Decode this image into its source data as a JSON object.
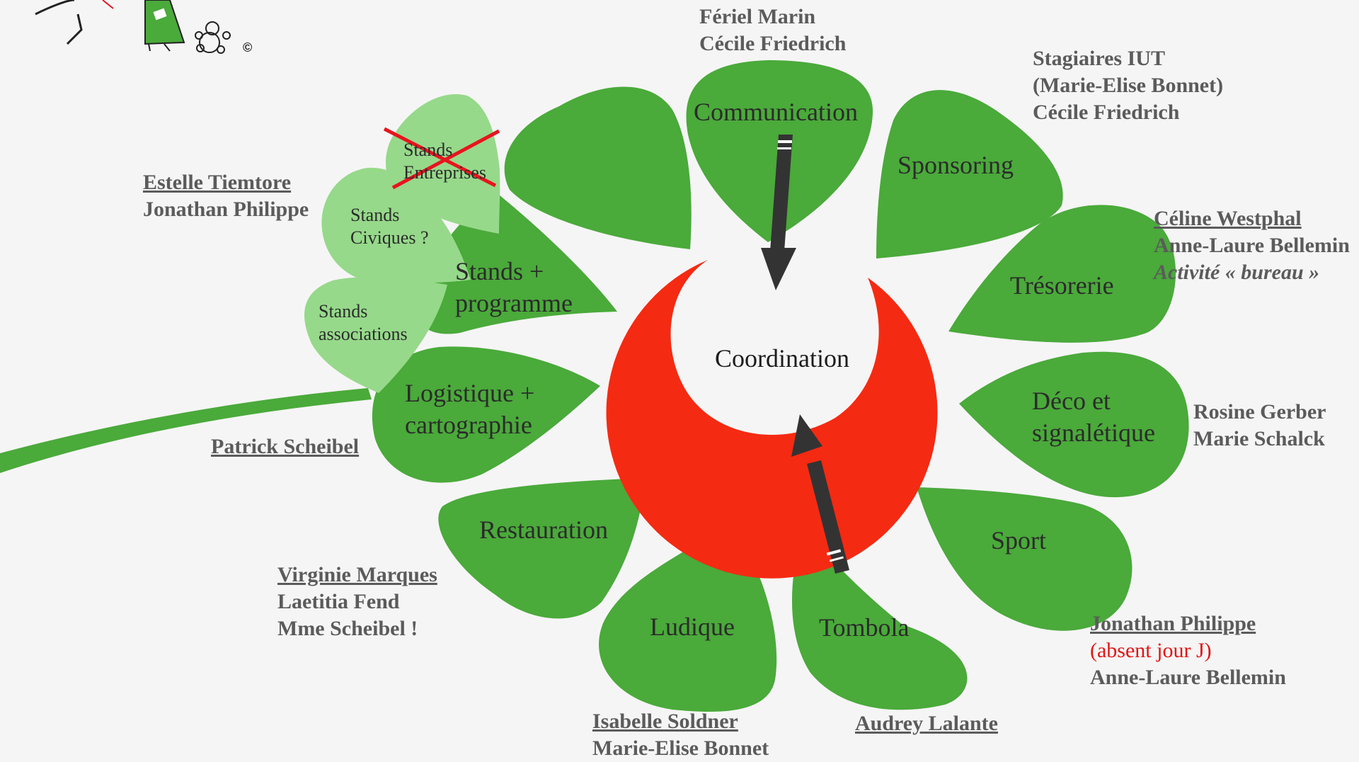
{
  "center": {
    "label": "Coordination"
  },
  "petals": {
    "communication": "Communication",
    "sponsoring": "Sponsoring",
    "tresorerie": "Trésorerie",
    "deco_1": "Déco et",
    "deco_2": "signalétique",
    "sport": "Sport",
    "tombola": "Tombola",
    "ludique": "Ludique",
    "restauration": "Restauration",
    "logistique_1": "Logistique +",
    "logistique_2": "cartographie",
    "stands_1": "Stands +",
    "stands_2": "programme"
  },
  "sub_petals": {
    "entreprises_1": "Stands",
    "entreprises_2": "Entreprises",
    "civiques_1": "Stands",
    "civiques_2": "Civiques ?",
    "associations_1": "Stands",
    "associations_2": "associations"
  },
  "people": {
    "communication": [
      "Fériel Marin",
      "Cécile Friedrich"
    ],
    "sponsoring": [
      "Stagiaires IUT",
      "(Marie-Elise Bonnet)",
      "Cécile Friedrich"
    ],
    "tresorerie": [
      "Céline Westphal",
      "Anne-Laure Bellemin",
      "Activité « bureau »"
    ],
    "deco": [
      "Rosine Gerber",
      "Marie Schalck"
    ],
    "sport": [
      "Jonathan Philippe ",
      "(absent jour J)",
      "Anne-Laure Bellemin"
    ],
    "tombola": [
      "Audrey Lalante"
    ],
    "ludique": [
      "Isabelle Soldner",
      "Marie-Elise Bonnet"
    ],
    "restauration": [
      "Virginie Marques",
      "Laetitia Fend",
      "Mme Scheibel !"
    ],
    "logistique": [
      "Patrick Scheibel"
    ],
    "stands": [
      "Estelle Tiemtore ",
      "Jonathan Philippe"
    ]
  },
  "logo": {
    "copyright": "©"
  },
  "colors": {
    "petal": "#4aaa3a",
    "light_petal": "#96d98a",
    "crescent": "#f52a12",
    "arrow": "#333333",
    "cross": "#e8141e",
    "names": "#5b5b5b",
    "absent": "#e41414"
  }
}
